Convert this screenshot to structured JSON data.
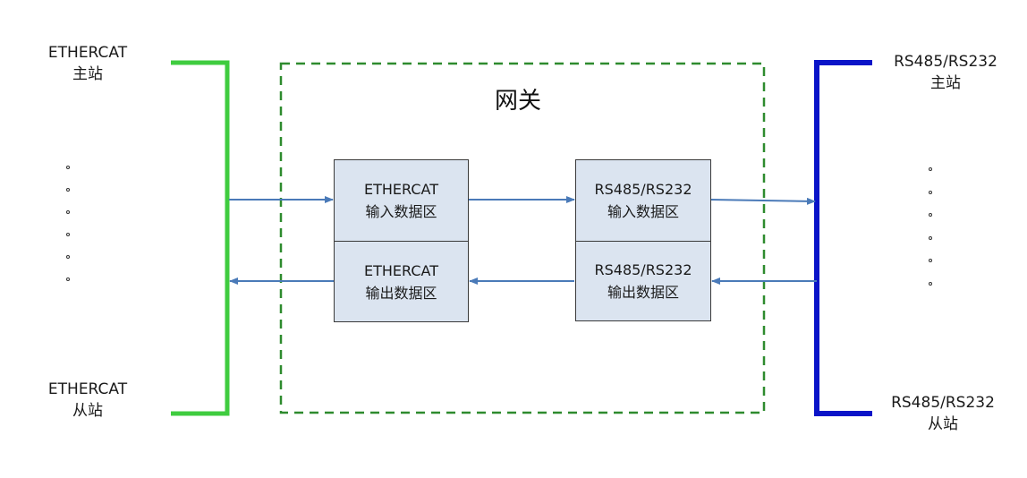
{
  "gateway": {
    "title": "网关"
  },
  "left": {
    "master": {
      "line1": "ETHERCAT",
      "line2": "主站"
    },
    "slave": {
      "line1": "ETHERCAT",
      "line2": "从站"
    },
    "bus_color": "#3fcc3f"
  },
  "right": {
    "master": {
      "line1": "RS485/RS232",
      "line2": "主站"
    },
    "slave": {
      "line1": "RS485/RS232",
      "line2": "从站"
    },
    "bus_color": "#0a14c8"
  },
  "boxes": {
    "ethercat_input": {
      "line1": "ETHERCAT",
      "line2": "输入数据区"
    },
    "ethercat_output": {
      "line1": "ETHERCAT",
      "line2": "输出数据区"
    },
    "rs_input": {
      "line1": "RS485/RS232",
      "line2": "输入数据区"
    },
    "rs_output": {
      "line1": "RS485/RS232",
      "line2": "输出数据区"
    }
  },
  "colors": {
    "gateway_border": "#2e8b2e",
    "arrow": "#4a7ab8",
    "box_fill": "#dbe4f0"
  },
  "ellipsis_count": 6
}
